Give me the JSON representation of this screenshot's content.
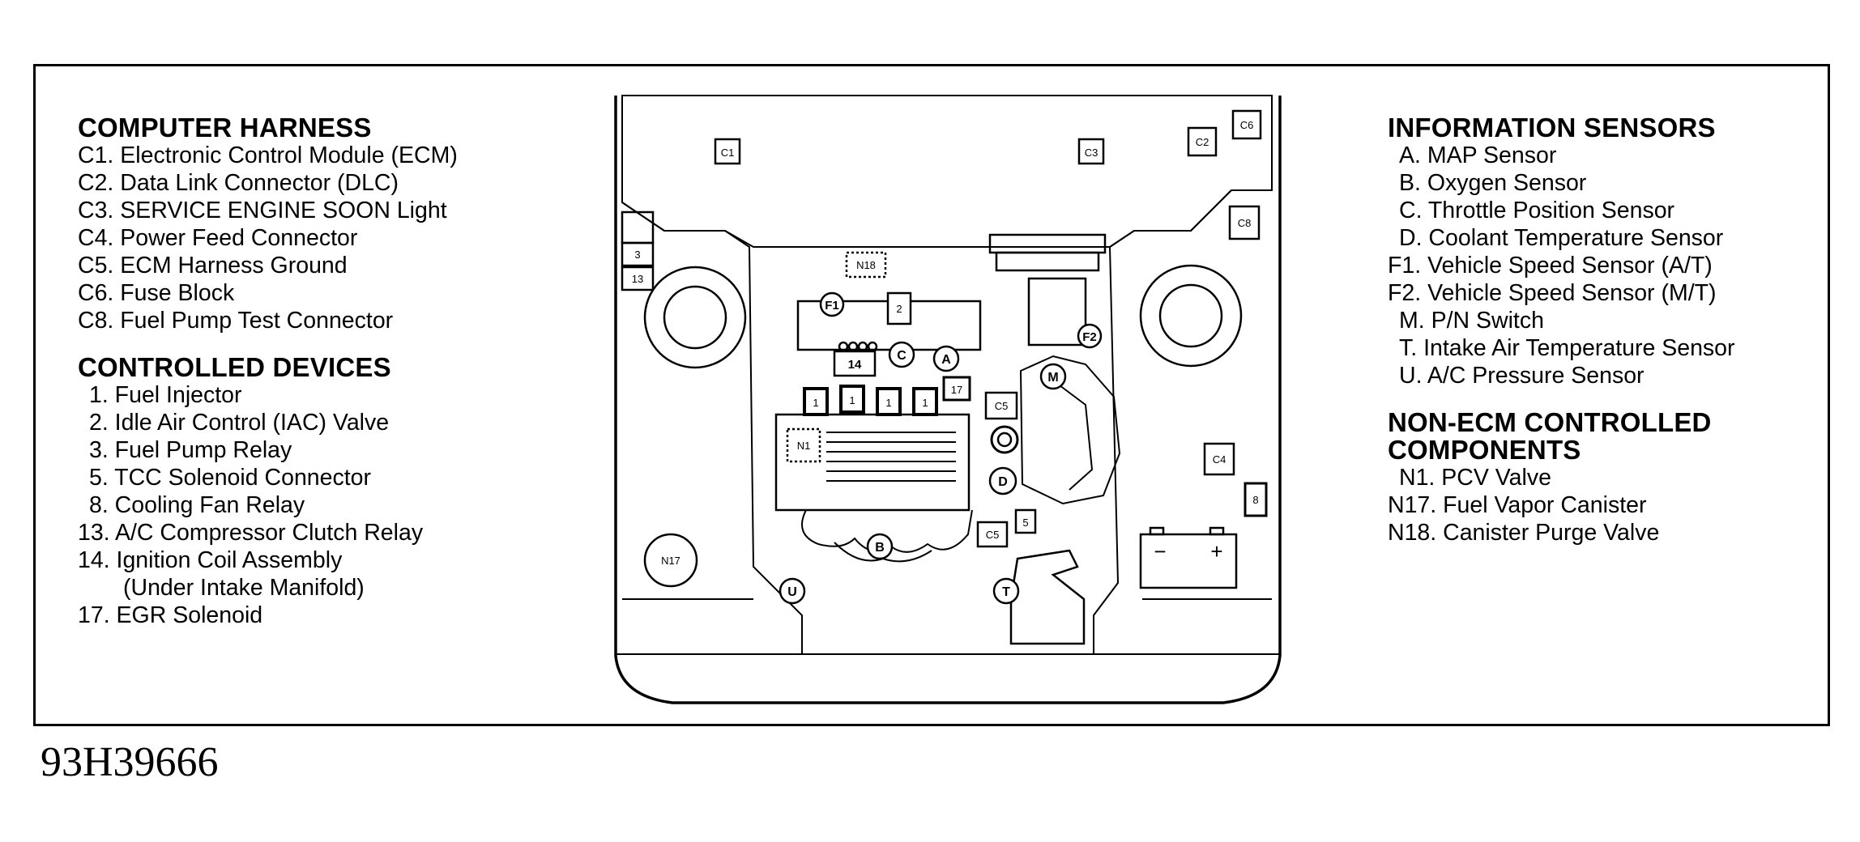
{
  "computer_harness": {
    "title": "COMPUTER HARNESS",
    "items": [
      "C1. Electronic Control Module (ECM)",
      "C2. Data Link Connector (DLC)",
      "C3. SERVICE ENGINE SOON Light",
      "C4. Power Feed Connector",
      "C5. ECM Harness Ground",
      "C6. Fuse Block",
      "C8. Fuel Pump Test Connector"
    ]
  },
  "controlled_devices": {
    "title": "CONTROLLED DEVICES",
    "items": [
      "1. Fuel Injector",
      "2. Idle Air Control (IAC) Valve",
      "3. Fuel Pump Relay",
      "5. TCC Solenoid Connector",
      "8. Cooling Fan Relay",
      "13. A/C Compressor Clutch Relay",
      "14. Ignition Coil Assembly",
      "(Under Intake Manifold)",
      "17. EGR Solenoid"
    ]
  },
  "information_sensors": {
    "title": "INFORMATION SENSORS",
    "items": [
      "A. MAP Sensor",
      "B. Oxygen Sensor",
      "C. Throttle Position Sensor",
      "D. Coolant Temperature Sensor",
      "F1. Vehicle Speed Sensor (A/T)",
      "F2. Vehicle Speed Sensor (M/T)",
      "M. P/N Switch",
      "T. Intake Air Temperature Sensor",
      "U. A/C Pressure Sensor"
    ]
  },
  "non_ecm": {
    "title_line1": "NON-ECM CONTROLLED",
    "title_line2": "COMPONENTS",
    "items": [
      "N1. PCV Valve",
      "N17. Fuel Vapor Canister",
      "N18. Canister Purge Valve"
    ]
  },
  "figure_id": "93H39666",
  "diagram_labels": {
    "c1": "C1",
    "c3": "C3",
    "c2": "C2",
    "c6": "C6",
    "c8": "C8",
    "c4": "C4",
    "c5_top": "C5",
    "c5_bottom": "C5",
    "r3": "3",
    "r13": "13",
    "n18": "N18",
    "f1": "F1",
    "f2": "F2",
    "iac2": "2",
    "coil14": "14",
    "c": "C",
    "a": "A",
    "egr17": "17",
    "m": "M",
    "inj1": "1",
    "n1": "N1",
    "d": "D",
    "b": "B",
    "s5": "5",
    "u": "U",
    "t": "T",
    "n17": "N17",
    "r8": "8",
    "bat_minus": "−",
    "bat_plus": "+"
  }
}
